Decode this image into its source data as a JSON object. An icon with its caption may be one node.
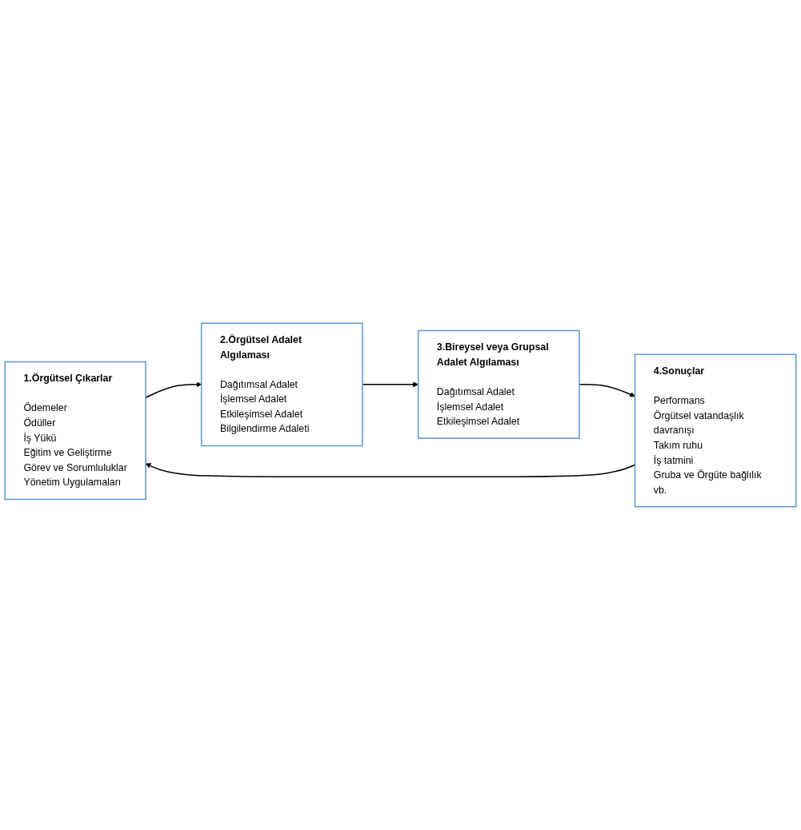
{
  "diagram": {
    "nodes": [
      {
        "text": [
          "1.Örgütsel Çıkarlar",
          "Ödemeler",
          "Ödüller",
          "İş Yükü",
          "Eğitim ve Geliştirme",
          "Görev ve Sorumluluklar",
          "Yönetim Uygulamaları"
        ]
      },
      {
        "text": [
          "2.Örgütsel Adalet Algılaması",
          "Dağıtımsal Adalet",
          "İşlemsel Adalet",
          "Etkileşimsel Adalet",
          "Bilgilendirme Adaleti"
        ]
      },
      {
        "text": [
          "3.Bireysel veya Grupsal Adalet Algılaması",
          "Dağıtımsal Adalet",
          "İşlemsel Adalet",
          "Etkileşimsel Adalet"
        ]
      },
      {
        "text": [
          "4.Sonuçlar",
          "Performans",
          "Örgütsel vatandaşlık davranışı",
          "Takım ruhu",
          "İş tatmini",
          "Gruba ve Örgüte bağlılık vb."
        ]
      }
    ],
    "edges": [
      {
        "from": 0,
        "to": 1,
        "arrow": "to"
      },
      {
        "from": 1,
        "to": 2,
        "arrow": "to"
      },
      {
        "from": 2,
        "to": 3,
        "arrow": "to"
      },
      {
        "from": 3,
        "to": 0,
        "arrow": "to"
      }
    ]
  }
}
